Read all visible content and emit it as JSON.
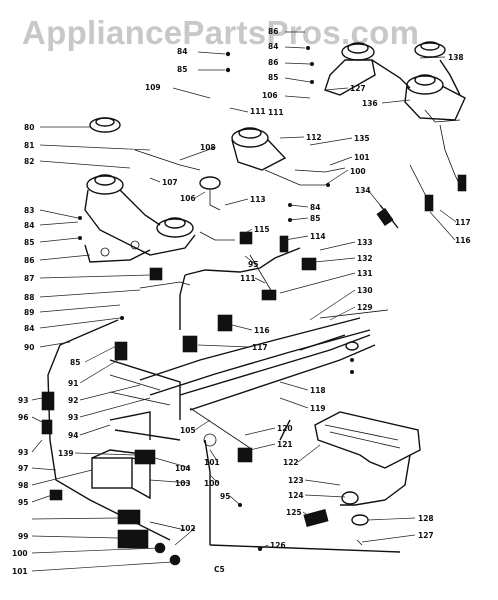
{
  "watermark": "AppliancePartsPros.com",
  "drawing_code": "C5",
  "callouts": {
    "p84a": "84",
    "p85a": "85",
    "p109": "109",
    "p111a": "111",
    "p86b": "86",
    "p84b": "84",
    "p86c": "86",
    "p85b": "85",
    "p106b": "106",
    "p111b": "111",
    "p127a": "127",
    "p138": "138",
    "p136": "136",
    "p80": "80",
    "p81": "81",
    "p82": "82",
    "p107": "107",
    "p108": "108",
    "p112": "112",
    "p135": "135",
    "p101a": "101",
    "p100a": "100",
    "p134": "134",
    "p117a": "117",
    "p116a": "116",
    "p106a": "106",
    "p113": "113",
    "p83": "83",
    "p84c": "84",
    "p85c": "85",
    "p86a": "86",
    "p87": "87",
    "p88": "88",
    "p89": "89",
    "p84d": "84",
    "p115": "115",
    "p84e": "84",
    "p85d": "85",
    "p114": "114",
    "p133": "133",
    "p95a": "95",
    "p132": "132",
    "p111c": "111",
    "p131": "131",
    "p130": "130",
    "p129": "129",
    "p90": "90",
    "p85e": "85",
    "p116b": "116",
    "p117b": "117",
    "p91": "91",
    "p118": "118",
    "p119": "119",
    "p92": "92",
    "p93a": "93",
    "p93b": "93",
    "p96": "96",
    "p94": "94",
    "p105": "105",
    "p120": "120",
    "p121": "121",
    "p93c": "93",
    "p97": "97",
    "p139": "139",
    "p104": "104",
    "p101b": "101",
    "p100b": "100",
    "p122": "122",
    "p98": "98",
    "p103": "103",
    "p123": "123",
    "p124": "124",
    "p95b": "95",
    "p95c": "95",
    "p125": "125",
    "p128": "128",
    "p99": "99",
    "p102": "102",
    "p127b": "127",
    "p100c": "100",
    "p126": "126",
    "p101c": "101"
  }
}
